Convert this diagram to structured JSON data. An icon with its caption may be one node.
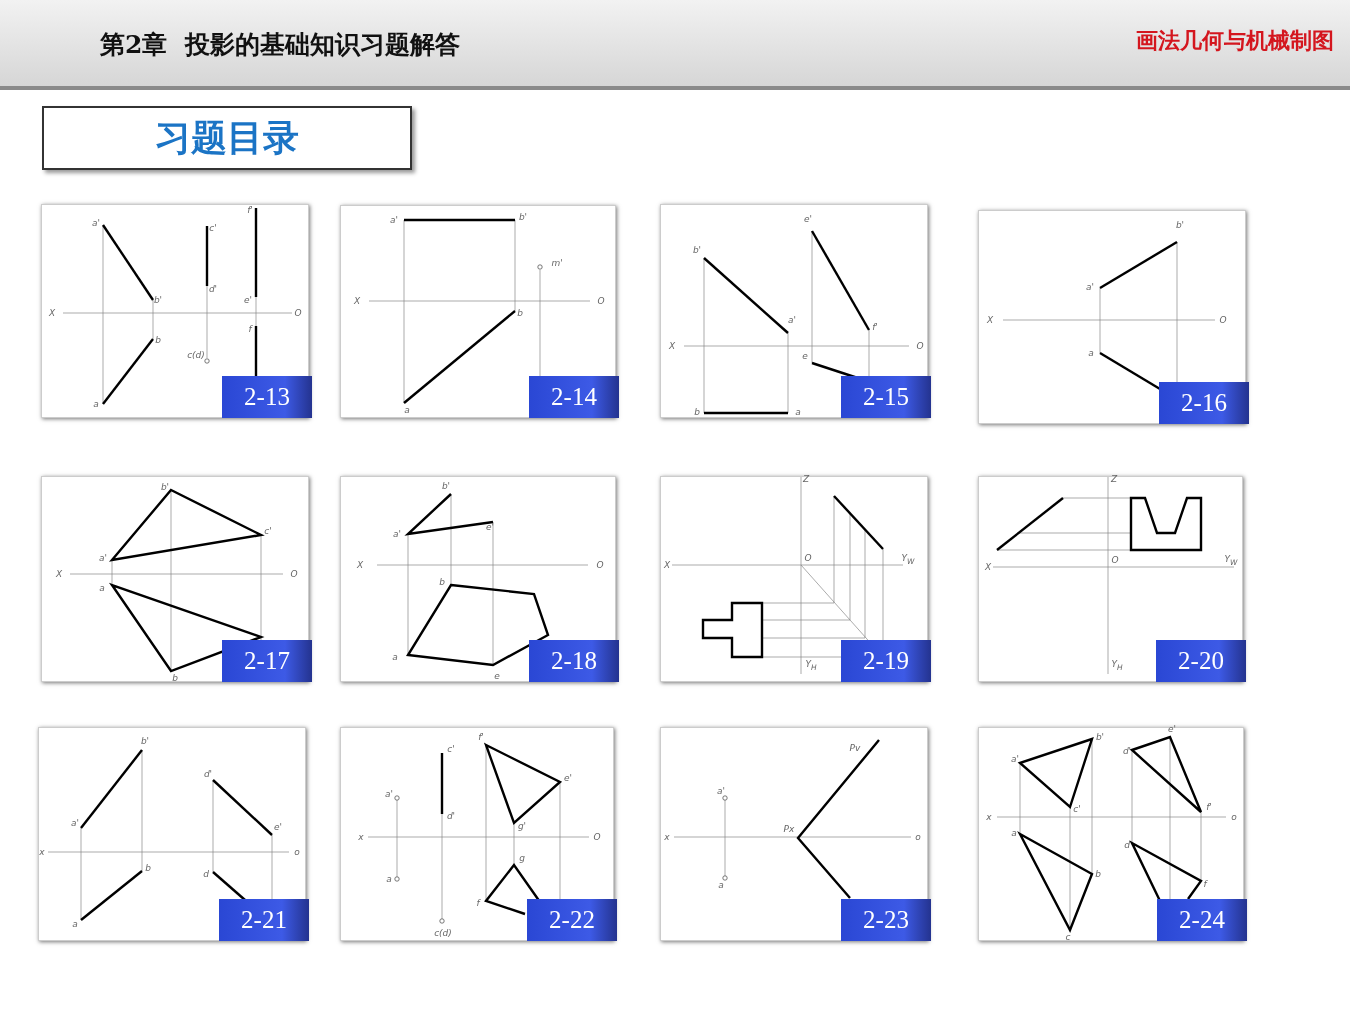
{
  "diagram": {
    "title": "第2章  投影的基础知识习题解答",
    "nodes": [
      {
        "text": [
          "习题目录"
        ]
      },
      {
        "text": [
          "2-13"
        ]
      },
      {
        "text": [
          "2-14"
        ]
      },
      {
        "text": [
          "2-15"
        ]
      },
      {
        "text": [
          "2-16"
        ]
      },
      {
        "text": [
          "2-17"
        ]
      },
      {
        "text": [
          "2-18"
        ]
      },
      {
        "text": [
          "2-19"
        ]
      },
      {
        "text": [
          "2-20"
        ]
      },
      {
        "text": [
          "2-21"
        ]
      },
      {
        "text": [
          "2-22"
        ]
      },
      {
        "text": [
          "2-23"
        ]
      },
      {
        "text": [
          "2-24"
        ]
      }
    ],
    "labels": [
      "画法几何与机械制图",
      "f'",
      "a'",
      "c'",
      "d'",
      "b'",
      "e'",
      "X",
      "O",
      "f",
      "b",
      "c(d)",
      "a",
      "a'",
      "b'",
      "m'",
      "X",
      "O",
      "b",
      "a",
      "e'",
      "b'",
      "a'",
      "f'",
      "X",
      "O",
      "e",
      "b",
      "a",
      "b'",
      "a'",
      "X",
      "O",
      "a",
      "b'",
      "c'",
      "a'",
      "X",
      "O",
      "a",
      "b",
      "b'",
      "e'",
      "a'",
      "X",
      "O",
      "b",
      "a",
      "e",
      "Z",
      "O",
      "Y$_{W}$",
      "X",
      "Y$_{H}$",
      "Z",
      "O",
      "Y$_{W}$",
      "X",
      "Y$_{H}$",
      "b'",
      "d'",
      "a'",
      "e'",
      "x",
      "o",
      "b",
      "d",
      "a",
      "f'",
      "c'",
      "e'",
      "a'",
      "d'",
      "g'",
      "x",
      "O",
      "g",
      "a",
      "f",
      "c(d)",
      "Pv",
      "a'",
      "Px",
      "x",
      "o",
      "a",
      "e'",
      "b'",
      "d'",
      "a'",
      "c'",
      "f'",
      "x",
      "o",
      "a",
      "d",
      "b",
      "f",
      "c"
    ]
  }
}
